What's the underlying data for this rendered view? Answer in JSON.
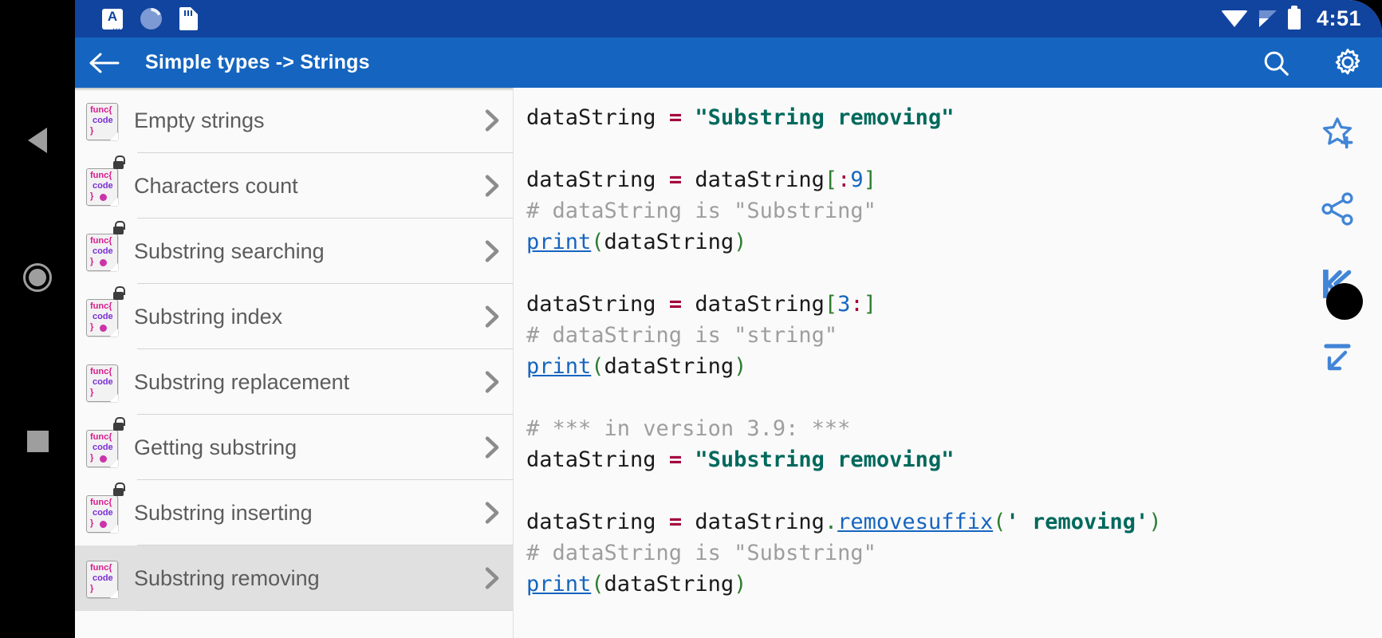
{
  "statusbar": {
    "clock": "4:51",
    "left_icons": [
      "keyboard-icon",
      "sync-icon",
      "sdcard-icon"
    ],
    "right_icons": [
      "wifi-icon",
      "cell-signal-icon",
      "battery-icon"
    ],
    "keyboard_letter": "A",
    "bg_color": "#11449f"
  },
  "appbar": {
    "back_icon": "back-arrow-icon",
    "title": "Simple types -> Strings",
    "search_icon": "search-icon",
    "settings_icon": "gear-icon",
    "bg_color": "#1565c0"
  },
  "navbar": {
    "back_label": "Back",
    "home_label": "Home",
    "recents_label": "Recents"
  },
  "list": {
    "items": [
      {
        "label": "Empty strings",
        "locked": false,
        "dot": false,
        "selected": false
      },
      {
        "label": "Characters count",
        "locked": true,
        "dot": true,
        "selected": false
      },
      {
        "label": "Substring searching",
        "locked": true,
        "dot": true,
        "selected": false
      },
      {
        "label": "Substring index",
        "locked": true,
        "dot": true,
        "selected": false
      },
      {
        "label": "Substring replacement",
        "locked": false,
        "dot": false,
        "selected": false
      },
      {
        "label": "Getting substring",
        "locked": true,
        "dot": true,
        "selected": false
      },
      {
        "label": "Substring inserting",
        "locked": true,
        "dot": true,
        "selected": false
      },
      {
        "label": "Substring removing",
        "locked": false,
        "dot": false,
        "selected": true
      }
    ],
    "icon_text": {
      "line1": "func{",
      "line2": "code",
      "line3": "}"
    },
    "chevron_icon": "chevron-right-icon",
    "selected_bg": "#e0e0e0"
  },
  "code": {
    "language": "python",
    "lines": [
      "dataString = \"Substring removing\"",
      "",
      "dataString = dataString[:9]",
      "# dataString is \"Substring\"",
      "print(dataString)",
      "",
      "dataString = dataString[3:]",
      "# dataString is \"string\"",
      "print(dataString)",
      "",
      "# *** in version 3.9: ***",
      "dataString = \"Substring removing\"",
      "",
      "dataString = dataString.removesuffix(' removing')",
      "# dataString is \"Substring\"",
      "print(dataString)"
    ],
    "links": [
      "print",
      "removesuffix"
    ],
    "colors": {
      "comment": "#9e9e9e",
      "string": "#00695c",
      "operator": "#a3003c",
      "bracket": "#2e7d32",
      "number": "#1565c0",
      "link": "#1565c0",
      "text": "#1a1a1a"
    }
  },
  "rail": {
    "items": [
      {
        "name": "add-to-favorites-icon",
        "label": "Add to favorites"
      },
      {
        "name": "share-icon",
        "label": "Share"
      },
      {
        "name": "skip-to-first-icon",
        "label": "Go to first"
      },
      {
        "name": "collapse-icon",
        "label": "Collapse"
      }
    ],
    "accent_color": "#4285d6"
  }
}
